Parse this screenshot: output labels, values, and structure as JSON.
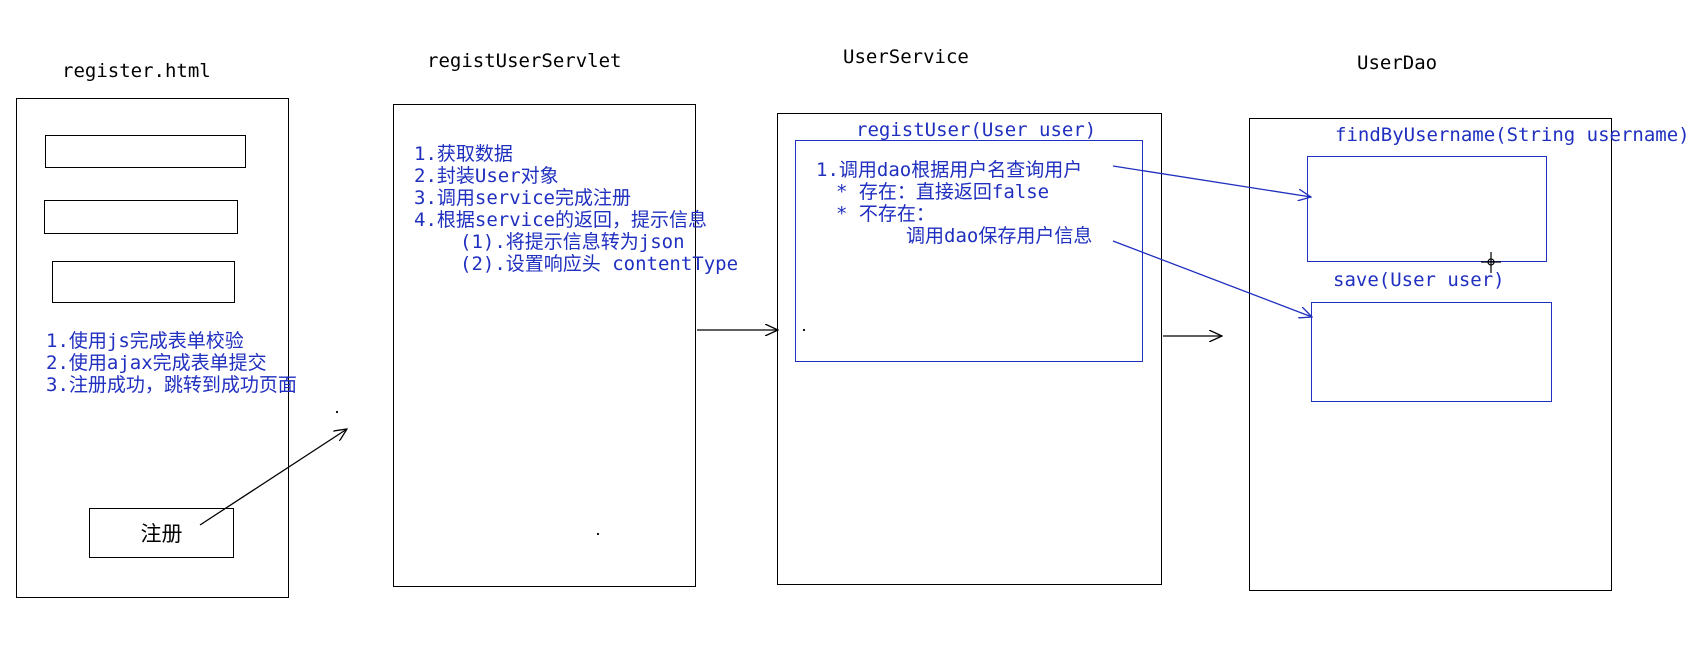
{
  "columns": {
    "register_html": {
      "title": "register.html",
      "notes": [
        "1.使用js完成表单校验",
        "2.使用ajax完成表单提交",
        "3.注册成功，跳转到成功页面"
      ],
      "button_label": "注册"
    },
    "servlet": {
      "title": "registUserServlet",
      "notes": [
        "1.获取数据",
        "2.封装User对象",
        "3.调用service完成注册",
        "4.根据service的返回，提示信息",
        "   (1).将提示信息转为json",
        "   (2).设置响应头 contentType"
      ]
    },
    "service": {
      "title": "UserService",
      "method": "registUser(User user)",
      "notes": [
        "1.调用dao根据用户名查询用户",
        "  * 存在：直接返回false",
        "  * 不存在：",
        "      调用dao保存用户信息"
      ]
    },
    "dao": {
      "title": "UserDao",
      "method_find": "findByUsername(String username)",
      "method_save": "save(User user)"
    }
  },
  "colors": {
    "blue": "#1f2fbf",
    "black": "#000000"
  }
}
